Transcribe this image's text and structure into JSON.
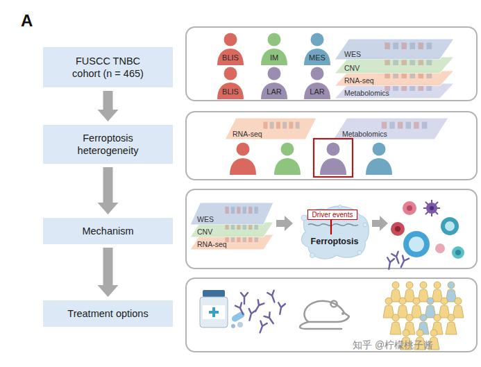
{
  "diagram": {
    "nodes": [
      {
        "text": [
          "FUSCC TNBC cohort (n = 465)"
        ]
      },
      {
        "text": [
          "Ferroptosis heterogeneity"
        ]
      },
      {
        "text": [
          "Mechanism"
        ]
      },
      {
        "text": [
          "Treatment options"
        ]
      },
      {
        "text": []
      },
      {
        "text": [
          "BLIS"
        ],
        "in": 4
      },
      {
        "text": [
          "IM"
        ],
        "in": 4
      },
      {
        "text": [
          "MES"
        ],
        "in": 4
      },
      {
        "text": [
          "BLIS"
        ],
        "in": 4
      },
      {
        "text": [
          "LAR"
        ],
        "in": 4
      },
      {
        "text": [
          "LAR"
        ],
        "in": 4
      },
      {
        "text": [
          "WES"
        ],
        "in": 4
      },
      {
        "text": [
          "CNV"
        ],
        "in": 4
      },
      {
        "text": [
          "RNA-seq"
        ],
        "in": 4
      },
      {
        "text": [
          "Metabolomics"
        ],
        "in": 4
      },
      {
        "text": []
      },
      {
        "text": [
          "RNA-seq"
        ],
        "in": 15
      },
      {
        "text": [
          "Metabolomics"
        ],
        "in": 15
      },
      {
        "text": []
      },
      {
        "text": [
          "WES"
        ],
        "in": 18
      },
      {
        "text": [
          "CNV"
        ],
        "in": 18
      },
      {
        "text": [
          "RNA-seq"
        ],
        "in": 18
      },
      {
        "text": [
          "Ferroptosis"
        ],
        "in": 18
      },
      {
        "text": [
          "Driver events"
        ],
        "in": 22
      },
      {
        "text": []
      }
    ],
    "edges": [
      {
        "from": 0,
        "to": 1,
        "arrow": "to"
      },
      {
        "from": 1,
        "to": 2,
        "arrow": "to"
      },
      {
        "from": 2,
        "to": 3,
        "arrow": "to"
      }
    ],
    "labels": [
      "A",
      "知乎 @柠檬桃子酱"
    ]
  }
}
